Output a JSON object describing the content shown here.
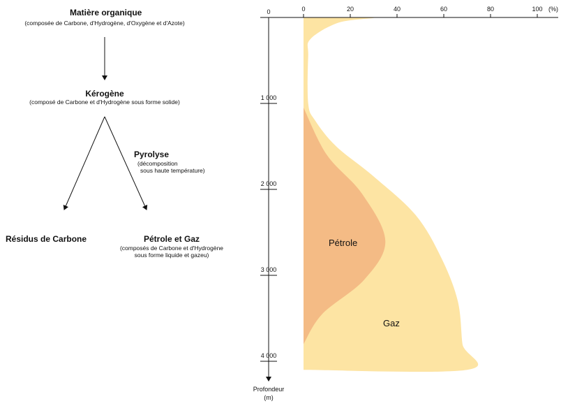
{
  "flow": {
    "matiere": {
      "title": "Matière organique",
      "subtitle": "(composée de Carbone, d'Hydrogène, d'Oxygène et d'Azote)"
    },
    "kerogene": {
      "title": "Kérogène",
      "subtitle": "(composé de Carbone et d'Hydrogène sous forme solide)"
    },
    "pyrolyse": {
      "title": "Pyrolyse",
      "line1": "(décomposition",
      "line2": "sous haute température)"
    },
    "residus": {
      "title": "Résidus de Carbone"
    },
    "petrole_gaz": {
      "title": "Pétrole et Gaz",
      "line1": "(composés de Carbone et d'Hydrogène",
      "line2": "sous forme liquide et gazeu)"
    }
  },
  "chart_data": {
    "type": "area",
    "x_unit": "(%)",
    "x_ticks": [
      "0",
      "20",
      "40",
      "60",
      "80",
      "100"
    ],
    "xlim": [
      0,
      100
    ],
    "y_ticks": [
      "0",
      "1 000",
      "2 000",
      "3 000",
      "4 000"
    ],
    "ylim": [
      0,
      4000
    ],
    "ylabel_line1": "Profondeur",
    "ylabel_line2": "(m)",
    "series": [
      {
        "name": "Gaz",
        "color": "#fde4a3",
        "points": [
          [
            0,
            0
          ],
          [
            30,
            0
          ],
          [
            15,
            60
          ],
          [
            3,
            250
          ],
          [
            2,
            450
          ],
          [
            2,
            1000
          ],
          [
            5,
            1200
          ],
          [
            14,
            1500
          ],
          [
            30,
            1850
          ],
          [
            48,
            2300
          ],
          [
            59,
            2800
          ],
          [
            66,
            3300
          ],
          [
            68,
            3800
          ],
          [
            70,
            4100
          ],
          [
            0,
            4100
          ]
        ]
      },
      {
        "name": "Pétrole",
        "color": "#f4bb85",
        "points": [
          [
            0,
            1050
          ],
          [
            10,
            1600
          ],
          [
            25,
            2050
          ],
          [
            35,
            2600
          ],
          [
            26,
            3050
          ],
          [
            8,
            3450
          ],
          [
            0,
            3800
          ]
        ]
      }
    ]
  }
}
